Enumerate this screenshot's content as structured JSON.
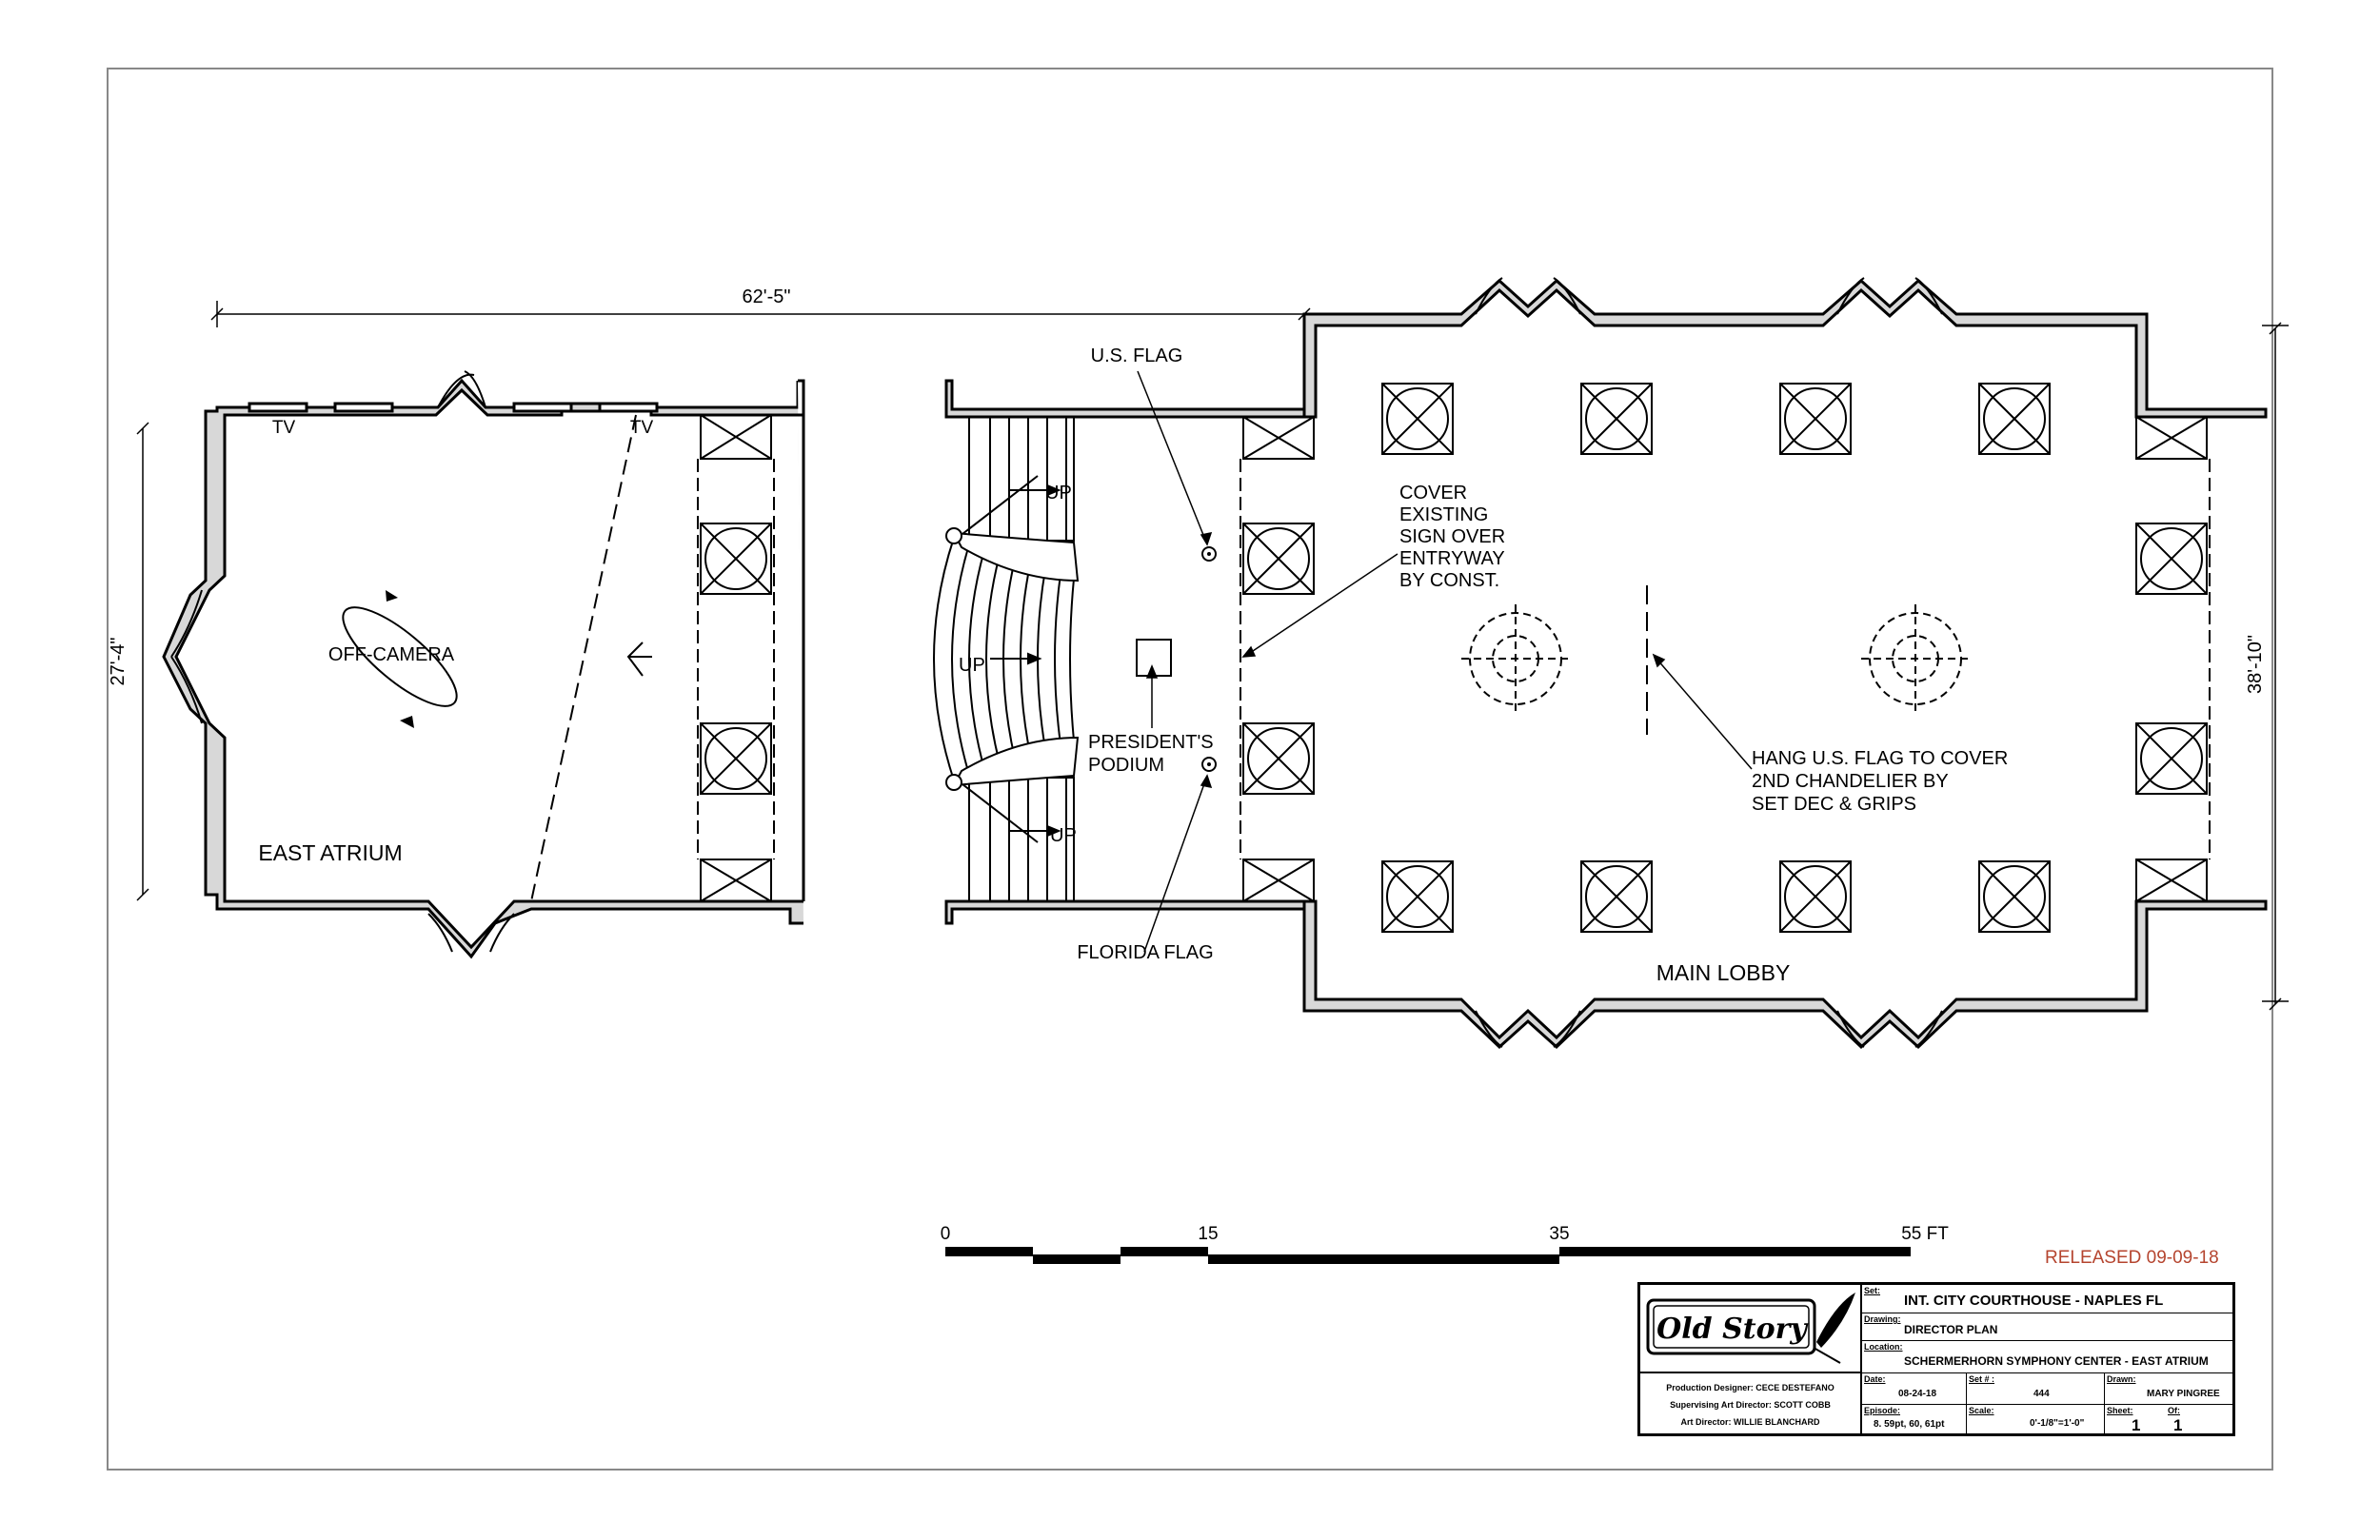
{
  "dimensions": {
    "overall_width": "62'-5\"",
    "east_atrium_depth": "27'-4\"",
    "main_lobby_depth": "38'-10\""
  },
  "rooms": {
    "east_atrium": "EAST ATRIUM",
    "main_lobby": "MAIN LOBBY"
  },
  "labels": {
    "tv_left": "TV",
    "tv_right": "TV",
    "off_camera": "OFF-CAMERA",
    "up_top": "UP",
    "up_middle": "UP",
    "up_bottom": "UP",
    "podium": [
      "PRESIDENT'S",
      "PODIUM"
    ]
  },
  "notes": {
    "us_flag": "U.S. FLAG",
    "florida_flag": "FLORIDA FLAG",
    "cover_sign": [
      "COVER",
      "EXISTING",
      "SIGN OVER",
      "ENTRYWAY",
      "BY CONST."
    ],
    "hang_flag": [
      "HANG U.S. FLAG TO COVER",
      "2ND CHANDELIER BY",
      "SET DEC & GRIPS"
    ]
  },
  "scale_bar": {
    "ticks": [
      "0",
      "15",
      "35",
      "55 FT"
    ]
  },
  "released": "RELEASED 09-09-18",
  "title_block": {
    "logo_text": "Old Story",
    "production_designer": "Production Designer: CECE DESTEFANO",
    "supervising_art_director": "Supervising Art Director: SCOTT COBB",
    "art_director_label": "Art Director:",
    "art_director": "WILLIE BLANCHARD",
    "set_label": "Set:",
    "set": "INT. CITY COURTHOUSE  - NAPLES FL",
    "drawing_label": "Drawing:",
    "drawing": "DIRECTOR PLAN",
    "location_label": "Location:",
    "location": "SCHERMERHORN SYMPHONY CENTER - EAST ATRIUM",
    "date_label": "Date:",
    "date": "08-24-18",
    "set_no_label": "Set # :",
    "set_no": "444",
    "drawn_label": "Drawn:",
    "drawn": "MARY PINGREE",
    "episode_label": "Episode:",
    "episode": "8. 59pt, 60, 61pt",
    "scale_label": "Scale:",
    "scale": "0'-1/8\"=1'-0\"",
    "sheet_label": "Sheet:",
    "sheet": "1",
    "of_label": "Of:",
    "of": "1"
  },
  "colors": {
    "released": "#b5452f",
    "wall_fill": "#d8d8d8"
  }
}
